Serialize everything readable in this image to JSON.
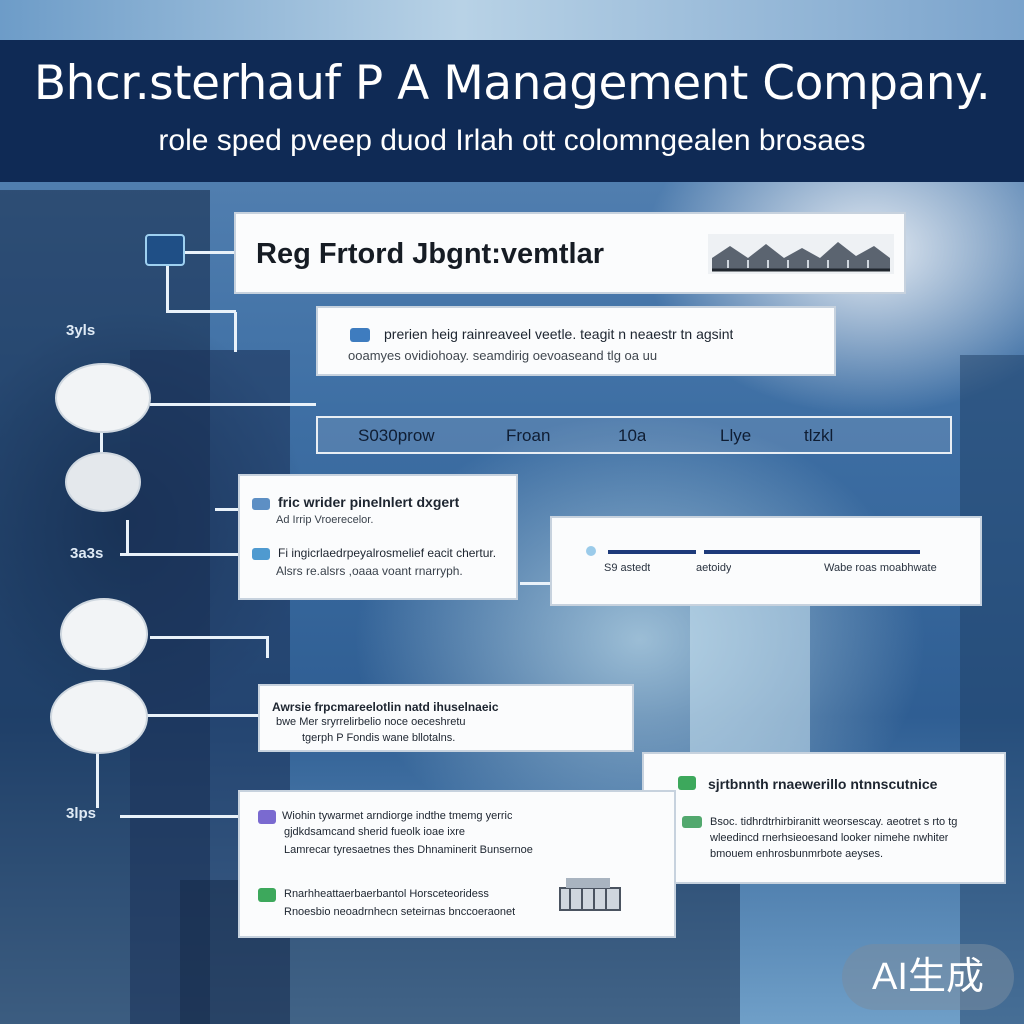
{
  "header": {
    "title": "Bhcr.sterhauf P A Management Company.",
    "subtitle": "role sped pveep duod Irlah ott colomngealen brosaes"
  },
  "cards": {
    "top": {
      "title": "Reg Frtord Jbgnt:vemtlar"
    },
    "second": {
      "line1": "prerien heig rainreaveel veetle. teagit n neaestr tn agsint",
      "line2": "ooamyes ovidiohoay. seamdirig oevoaseand tlg oa uu"
    },
    "strip": {
      "items": [
        "S030prow",
        "Froan",
        "10a",
        "Llye",
        "tlzkl"
      ]
    },
    "left1": {
      "title": "fric wrider pinelnlert dxgert",
      "sub": "Ad Irrip Vroerecelor.",
      "line1": "Fi ingicrlaedrpeyalrosmelief eacit chertur.",
      "line2": "Alsrs re.alsrs ,oaaa voant rnarryph."
    },
    "progress": {
      "labels": [
        "S9 astedt",
        "aetoidy",
        "Wabe roas moabhwate"
      ]
    },
    "mid": {
      "line1": "Awrsie frpcmareelotlin natd ihuselnaeic",
      "line2": "bwe Mer sryrrelirbelio noce oeceshretu",
      "line3": "tgerph P Fondis wane bllotalns."
    },
    "right": {
      "title": "sjrtbnnth rnaewerillo ntnnscutnice",
      "line1": "Bsoc. tidhrdtrhirbiranitt weorsescay. aeotret s rto tg",
      "line2": "wleedincd rnerhsieoesand looker nimehe nwhiter",
      "line3": "bmouem enhrosbunmrbote aeyses."
    },
    "bottom": {
      "line1": "Wiohin tywarmet arndiorge indthe tmemg yerric",
      "line2": "gjdkdsamcand sherid fueolk ioae ixre",
      "line3": "Lamrecar tyresaetnes thes Dhnaminerit Bunsernoe",
      "line4": "Rnarhheattaerbaerbantol Horsceteoridess",
      "line5": "Rnoesbio neoadrnhecn seteirnas bnccoeraonet"
    }
  },
  "side_labels": [
    "3yls",
    "3a3s",
    "3lps"
  ],
  "badge": {
    "text": "AI生成"
  },
  "colors": {
    "banner": "#0f2a55",
    "accent": "#1d3a7a",
    "card": "#fbfcfd"
  }
}
